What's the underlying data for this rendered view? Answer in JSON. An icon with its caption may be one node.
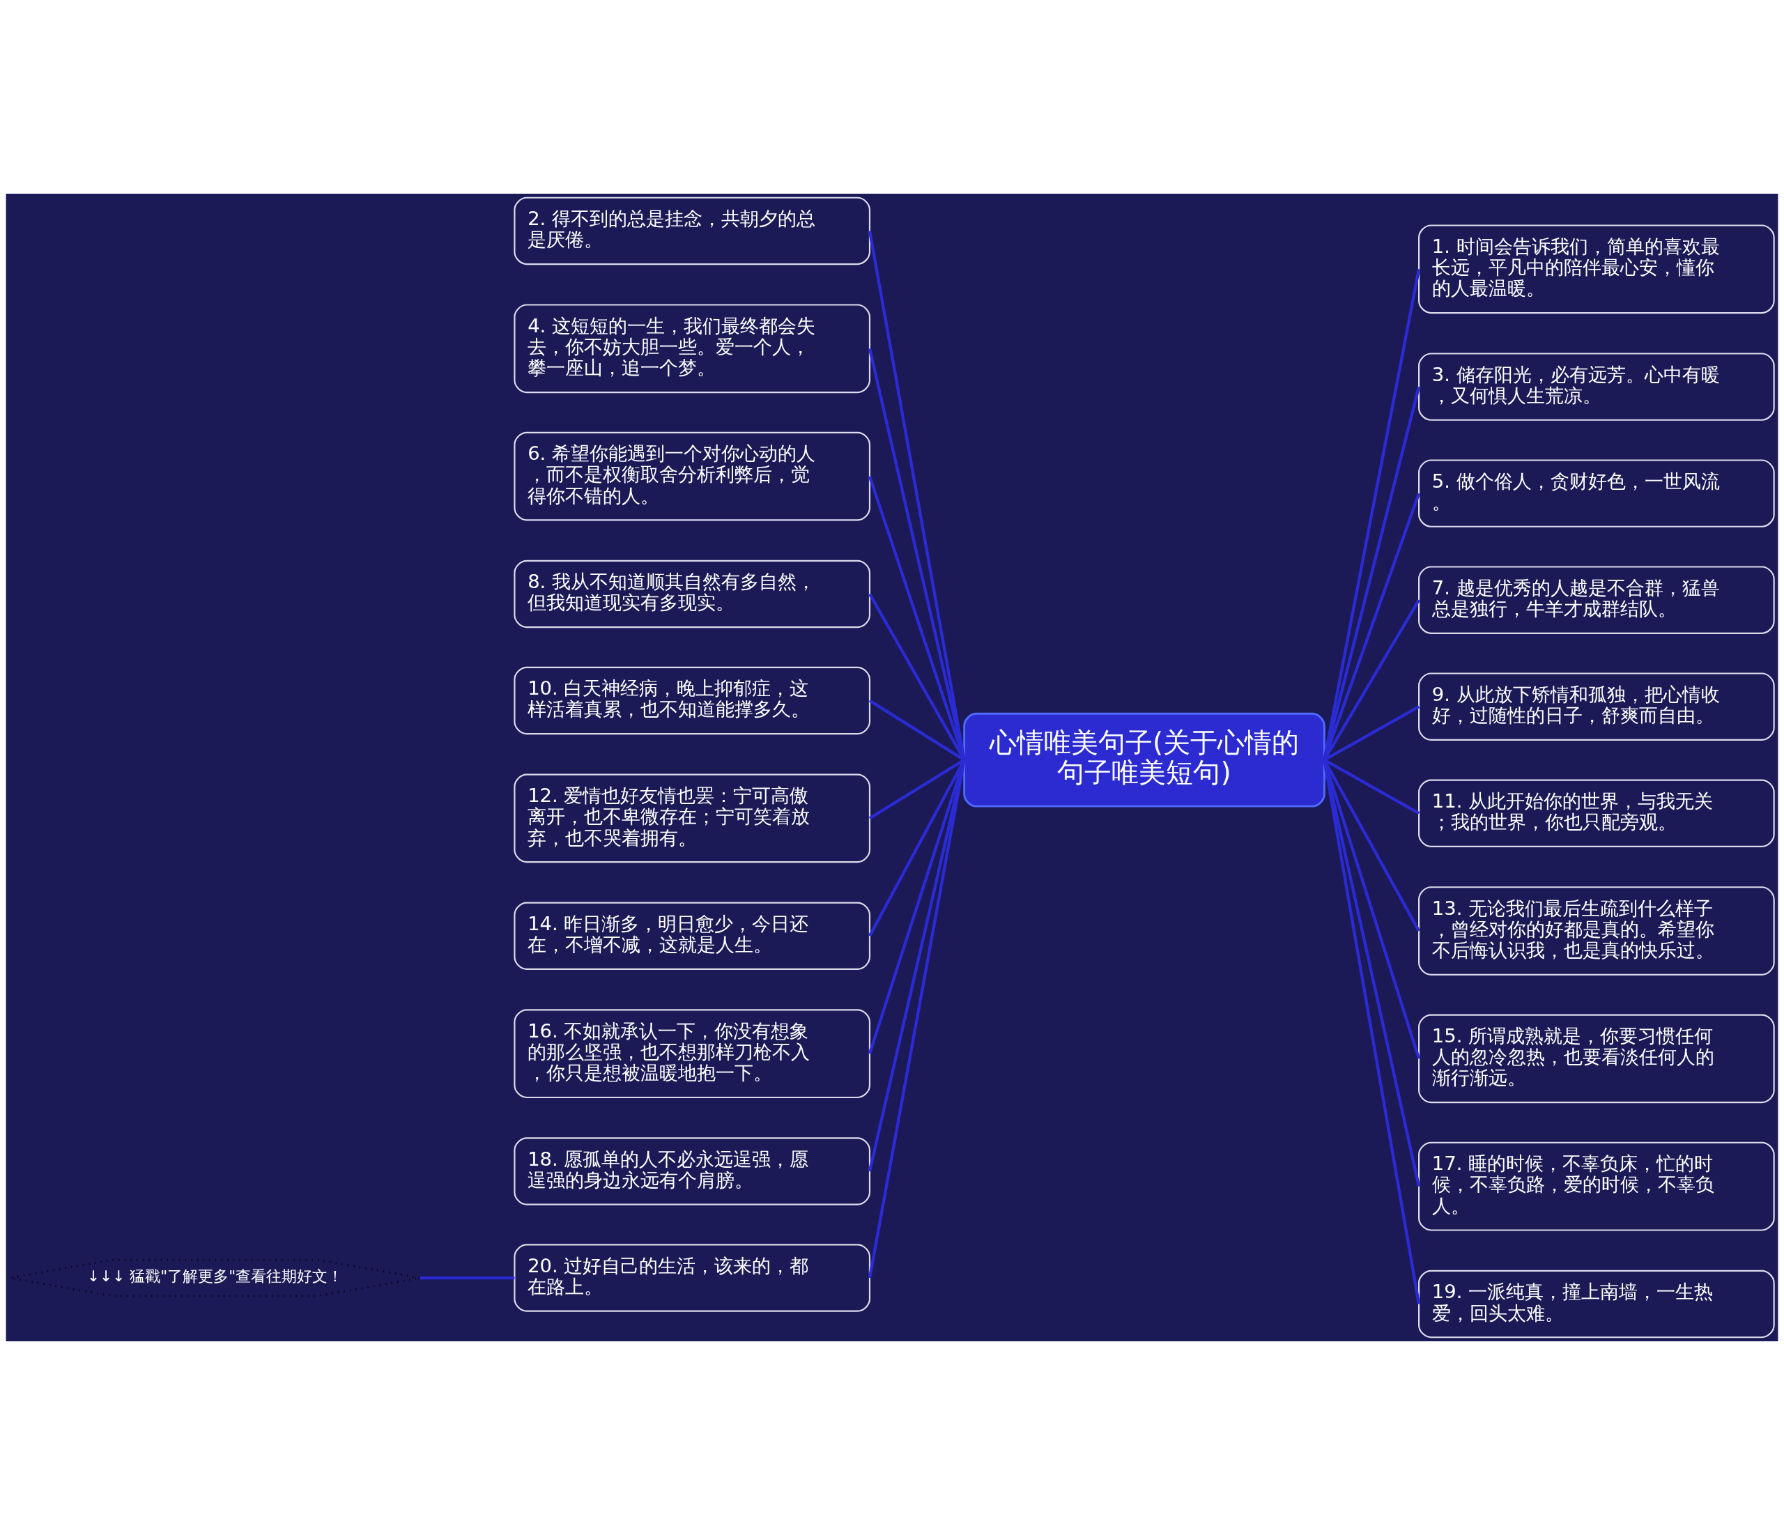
{
  "diagram": {
    "nodes": [
      {
        "text": [
          "心情唯美句子(关于心情的句子唯美短句)"
        ]
      },
      {
        "text": [
          "1. 时间会告诉我们，简单的喜欢最长远，平凡中的陪伴最心安，懂你的人最温暖。"
        ]
      },
      {
        "text": [
          "2. 得不到的总是挂念，共朝夕的总是厌倦。"
        ]
      },
      {
        "text": [
          "3. 储存阳光，必有远芳。心中有暖，又何惧人生荒凉。"
        ]
      },
      {
        "text": [
          "4. 这短短的一生，我们最终都会失去，你不妨大胆一些。爱一个人，攀一座山，追一个梦。"
        ]
      },
      {
        "text": [
          "5. 做个俗人，贪财好色，一世风流。"
        ]
      },
      {
        "text": [
          "6. 希望你能遇到一个对你心动的人，而不是权衡取舍分析利弊后，觉得你不错的人。"
        ]
      },
      {
        "text": [
          "7. 越是优秀的人越是不合群，猛兽总是独行，牛羊才成群结队。"
        ]
      },
      {
        "text": [
          "8. 我从不知道顺其自然有多自然，但我知道现实有多现实。"
        ]
      },
      {
        "text": [
          "9. 从此放下矫情和孤独，把心情收好，过随性的日子，舒爽而自由。"
        ]
      },
      {
        "text": [
          "10. 白天神经病，晚上抑郁症，这样活着真累，也不知道能撑多久。"
        ]
      },
      {
        "text": [
          "11. 从此开始你的世界，与我无关；我的世界，你也只配旁观。"
        ]
      },
      {
        "text": [
          "12. 爱情也好友情也罢：宁可高傲离开，也不卑微存在；宁可笑着放弃，也不哭着拥有。"
        ]
      },
      {
        "text": [
          "13. 无论我们最后生疏到什么样子，曾经对你的好都是真的。希望你不后悔认识我，也是真的快乐过。"
        ]
      },
      {
        "text": [
          "14. 昨日渐多，明日愈少，今日还在，不增不减，这就是人生。"
        ]
      },
      {
        "text": [
          "15. 所谓成熟就是，你要习惯任何人的忽冷忽热，也要看淡任何人的渐行渐远。"
        ]
      },
      {
        "text": [
          "16. 不如就承认一下，你没有想象的那么坚强，也不想那样刀枪不入，你只是想被温暖地抱一下。"
        ]
      },
      {
        "text": [
          "17. 睡的时候，不辜负床，忙的时候，不辜负路，爱的时候，不辜负人。"
        ]
      },
      {
        "text": [
          "18. 愿孤单的人不必永远逞强，愿逞强的身边永远有个肩膀。"
        ]
      },
      {
        "text": [
          "19. 一派纯真，撞上南墙，一生热爱，回头太难。"
        ]
      },
      {
        "text": [
          "20. 过好自己的生活，该来的，都在路上。"
        ]
      },
      {
        "text": [
          "↓↓↓ 猛戳\"了解更多\"查看往期好文！"
        ]
      }
    ],
    "edges": [
      {
        "from": 0,
        "to": 1,
        "arrow": "none"
      },
      {
        "from": 0,
        "to": 2,
        "arrow": "none"
      },
      {
        "from": 0,
        "to": 3,
        "arrow": "none"
      },
      {
        "from": 0,
        "to": 4,
        "arrow": "none"
      },
      {
        "from": 0,
        "to": 5,
        "arrow": "none"
      },
      {
        "from": 0,
        "to": 6,
        "arrow": "none"
      },
      {
        "from": 0,
        "to": 7,
        "arrow": "none"
      },
      {
        "from": 0,
        "to": 8,
        "arrow": "none"
      },
      {
        "from": 0,
        "to": 9,
        "arrow": "none"
      },
      {
        "from": 0,
        "to": 10,
        "arrow": "none"
      },
      {
        "from": 0,
        "to": 11,
        "arrow": "none"
      },
      {
        "from": 0,
        "to": 12,
        "arrow": "none"
      },
      {
        "from": 0,
        "to": 13,
        "arrow": "none"
      },
      {
        "from": 0,
        "to": 14,
        "arrow": "none"
      },
      {
        "from": 0,
        "to": 15,
        "arrow": "none"
      },
      {
        "from": 0,
        "to": 16,
        "arrow": "none"
      },
      {
        "from": 0,
        "to": 17,
        "arrow": "none"
      },
      {
        "from": 0,
        "to": 18,
        "arrow": "none"
      },
      {
        "from": 0,
        "to": 19,
        "arrow": "none"
      },
      {
        "from": 0,
        "to": 20,
        "arrow": "none"
      },
      {
        "from": 20,
        "to": 21,
        "arrow": "none"
      }
    ]
  }
}
